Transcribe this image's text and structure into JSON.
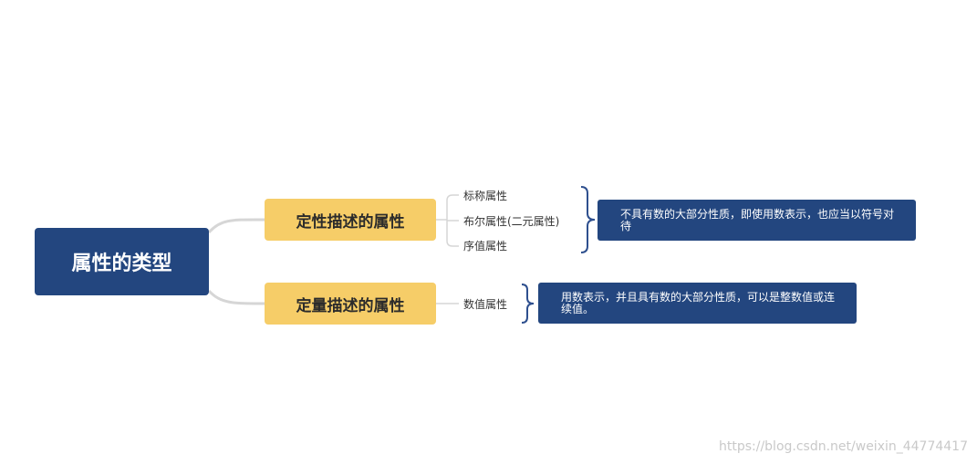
{
  "root": {
    "label": "属性的类型"
  },
  "branches": [
    {
      "label": "定性描述的属性",
      "children": [
        "标称属性",
        "布尔属性(二元属性)",
        "序值属性"
      ],
      "description": "不具有数的大部分性质，即使用数表示，也应当以符号对待"
    },
    {
      "label": "定量描述的属性",
      "children": [
        "数值属性"
      ],
      "description": "用数表示，并且具有数的大部分性质，可以是整数值或连续值。"
    }
  ],
  "watermark": "https://blog.csdn.net/weixin_44774417",
  "colors": {
    "root_bg": "#23467f",
    "branch_bg": "#f6cd68",
    "desc_bg": "#23467f",
    "connector": "#d6d6d6",
    "bracket": "#2e4f8e"
  }
}
